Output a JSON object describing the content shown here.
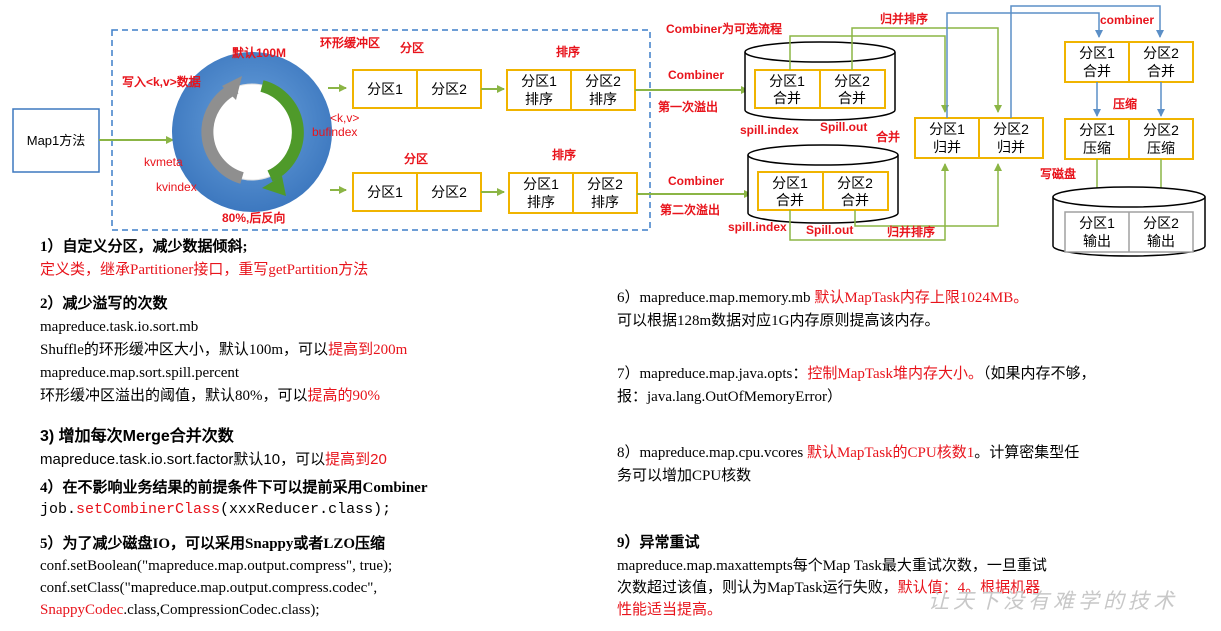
{
  "diagram": {
    "map_method": "Map1方法",
    "write_kv": "写入<k,v>数据",
    "default_100m": "默认100M",
    "ring_buffer": "环形缓冲区",
    "kv_label": "<k,v>",
    "bufindex": "bufindex",
    "kvmeta": "kvmeta",
    "kvindex": "kvindex",
    "reverse_80": "80%,后反向",
    "partition": "分区",
    "sort": "排序",
    "p1": "分区1",
    "p2": "分区2",
    "p1_sorted": "排序",
    "combiner_optional": "Combiner为可选流程",
    "combiner": "Combiner",
    "combiner_lower": "combiner",
    "first_spill": "第一次溢出",
    "second_spill": "第二次溢出",
    "merge_word": "合并",
    "spill_index": "spill.index",
    "spill_out": "Spill.out",
    "merge_sort": "归并排序",
    "merge": "合并",
    "guibing": "归并",
    "compress": "压缩",
    "write_disk": "写磁盘",
    "output": "输出"
  },
  "notes": {
    "n1_title": "1）自定义分区，减少数据倾斜;",
    "n1_red": "定义类，继承Partitioner接口，重写getPartition方法",
    "n2_title": "2）减少溢写的次数",
    "n2_l1": "mapreduce.task.io.sort.mb",
    "n2_l2a": "Shuffle的环形缓冲区大小，默认100m，可以",
    "n2_l2b": "提高到200m",
    "n2_l3": "mapreduce.map.sort.spill.percent",
    "n2_l4a": "环形缓冲区溢出的阈值，默认80%，可以",
    "n2_l4b": "提高的90%",
    "n3_title": "3) 增加每次Merge合并次数",
    "n3_l1a": "mapreduce.task.io.sort.factor默认10，可以",
    "n3_l1b": "提高到20",
    "n4_title": "4）在不影响业务结果的前提条件下可以提前采用Combiner",
    "n4_l1a": "job.",
    "n4_l1b": "setCombinerClass",
    "n4_l1c": "(xxxReducer.class);",
    "n5_title": "5）为了减少磁盘IO，可以采用Snappy或者LZO压缩",
    "n5_l1": "conf.setBoolean(\"mapreduce.map.output.compress\", true);",
    "n5_l2": "conf.setClass(\"mapreduce.map.output.compress.codec\",",
    "n5_l3a": "SnappyCodec",
    "n5_l3b": ".class,CompressionCodec.class);",
    "n6_a": "6）mapreduce.map.memory.mb ",
    "n6_b": "默认MapTask内存上限1024MB。",
    "n6_l2": "可以根据128m数据对应1G内存原则提高该内存。",
    "n7_a": "7）mapreduce.map.java.opts：",
    "n7_b": "控制MapTask堆内存大小。",
    "n7_c": "（如果内存不够，",
    "n7_l2": "报：java.lang.OutOfMemoryError）",
    "n8_a": "8）mapreduce.map.cpu.vcores ",
    "n8_b": "默认MapTask的CPU核数1",
    "n8_c": "。计算密集型任",
    "n8_l2": "务可以增加CPU核数",
    "n9_title": "9）异常重试",
    "n9_l1": "mapreduce.map.maxattempts每个Map Task最大重试次数，一旦重试",
    "n9_l2a": "次数超过该值，则认为MapTask运行失败，",
    "n9_l2b": "默认值：4。根据机器",
    "n9_l3": "性能适当提高。",
    "watermark": "让天下没有难学的技术"
  },
  "colors": {
    "box_border": "#f0b400",
    "arrow_green": "#8bb545",
    "arrow_blue": "#5b8fc7",
    "dashed_blue": "#3d7fc9",
    "accent_red": "#e8141c"
  }
}
